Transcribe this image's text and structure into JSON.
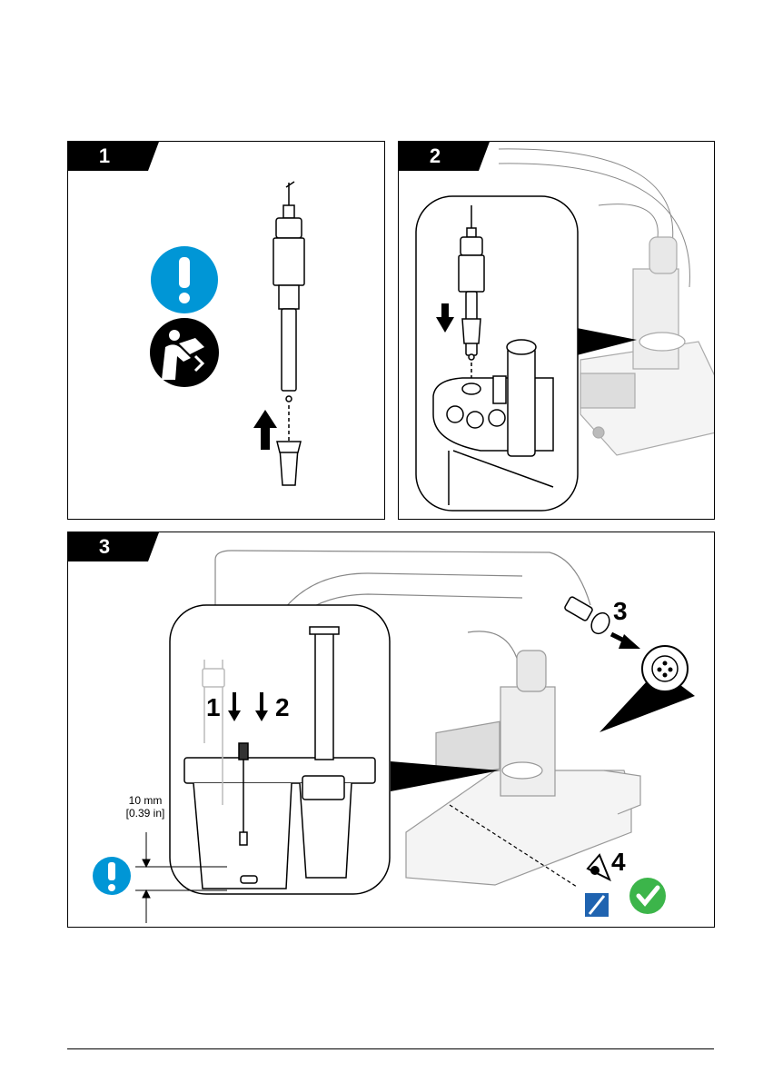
{
  "panels": [
    {
      "number": "1"
    },
    {
      "number": "2"
    },
    {
      "number": "3"
    }
  ],
  "panel3": {
    "step_labels": [
      "1",
      "2",
      "3",
      "4"
    ],
    "dimension_metric": "10 mm",
    "dimension_imperial": "[0.39 in]"
  },
  "icons": {
    "warning": "exclamation-icon",
    "manual": "read-manual-icon",
    "check": "checkmark-icon",
    "probe": "electrode-icon"
  },
  "colors": {
    "warning_blue": "#0096d6",
    "check_green": "#3cb54a",
    "badge_black": "#000000"
  }
}
